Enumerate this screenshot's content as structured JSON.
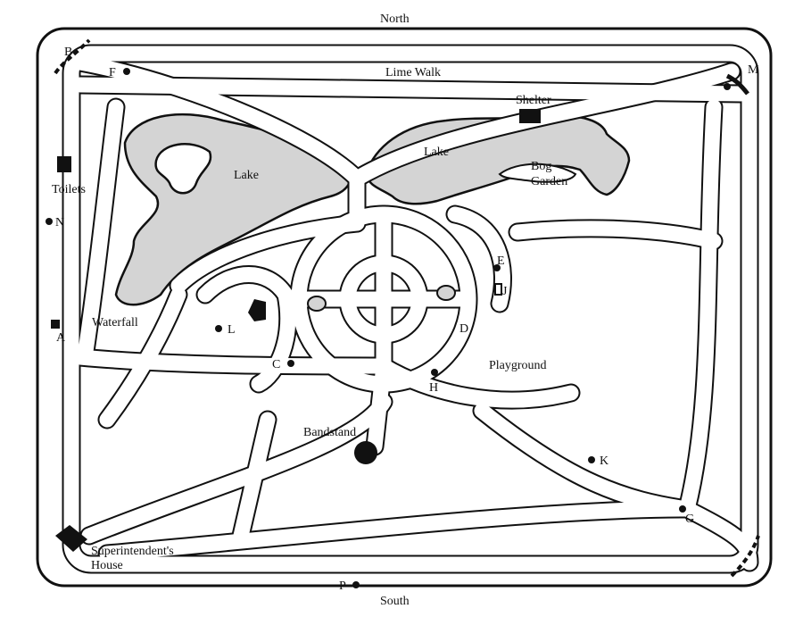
{
  "map": {
    "compass": {
      "north": "North",
      "south": "South"
    },
    "areas": {
      "lime_walk": "Lime Walk",
      "shelter": "Shelter",
      "lake_west": "Lake",
      "lake_east": "Lake",
      "bog_garden_1": "Bog",
      "bog_garden_2": "Garden",
      "toilets": "Toilets",
      "waterfall": "Waterfall",
      "playground": "Playground",
      "bandstand": "Bandstand",
      "superintendent_1": "Superintendent's",
      "superintendent_2": "House"
    },
    "markers": {
      "A": "A",
      "B": "B",
      "C": "C",
      "D": "D",
      "E": "E",
      "F": "F",
      "G": "G",
      "H": "H",
      "J": "J",
      "K": "K",
      "L": "L",
      "M": "M",
      "N": "N",
      "P": "P"
    },
    "colors": {
      "ink": "#111111",
      "lake": "#d4d4d4",
      "paper": "#ffffff"
    }
  }
}
